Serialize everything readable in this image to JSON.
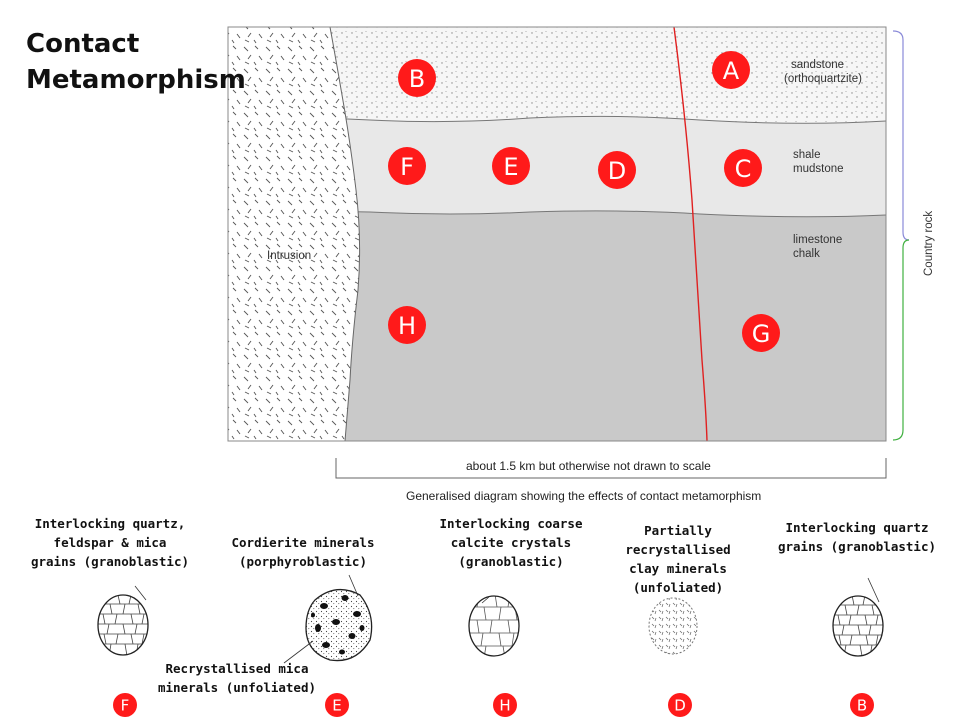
{
  "title": [
    "Contact",
    "Metamorphism"
  ],
  "rocks": {
    "sandstone": [
      "sandstone",
      "(orthoquartzite)"
    ],
    "shale": [
      "shale",
      "mudstone"
    ],
    "limestone": [
      "limestone",
      "chalk"
    ],
    "intrusion": "Intrusion",
    "country_rock": "Country rock"
  },
  "scale_note": "about 1.5 km but otherwise not drawn to scale",
  "caption": "Generalised diagram showing the effects of contact metamorphism",
  "markers": [
    "A",
    "B",
    "C",
    "D",
    "E",
    "F",
    "G",
    "H"
  ],
  "descriptions": {
    "F": [
      "Interlocking quartz,",
      "feldspar & mica",
      "grains (granoblastic)"
    ],
    "E": [
      "Cordierite minerals",
      "(porphyroblastic)"
    ],
    "E2": [
      "Recrystallised mica",
      "minerals (unfoliated)"
    ],
    "H": [
      "Interlocking coarse",
      "calcite crystals",
      "(granoblastic)"
    ],
    "D": [
      "Partially",
      "recrystallised",
      "clay minerals",
      "(unfoliated)"
    ],
    "B": [
      "Interlocking quartz",
      "grains (granoblastic)"
    ]
  },
  "bottom_markers": [
    "F",
    "E",
    "H",
    "D",
    "B"
  ],
  "colors": {
    "marker_fill": "#ff1a1a",
    "sandstone": "#f5f5f5",
    "shale": "#e8e8e8",
    "limestone": "#c9c9c9",
    "contour_line": "#e02020",
    "bracket_top": "#8a8ad8",
    "bracket_bottom": "#40b040"
  }
}
